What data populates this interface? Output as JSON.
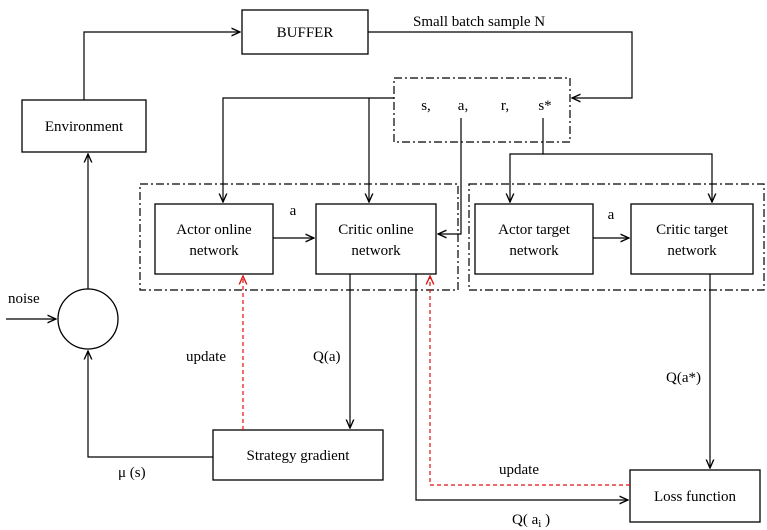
{
  "diagram": {
    "nodes": {
      "buffer": "BUFFER",
      "environment": "Environment",
      "actor_online": [
        "Actor online",
        "network"
      ],
      "critic_online": [
        "Critic online",
        "network"
      ],
      "actor_target": [
        "Actor target",
        "network"
      ],
      "critic_target": [
        "Critic target",
        "network"
      ],
      "strategy_gradient": "Strategy gradient",
      "loss_function": "Loss function",
      "tuple": {
        "s": "s,",
        "a": "a,",
        "r": "r,",
        "s_star": "s*"
      }
    },
    "edge_labels": {
      "small_batch": "Small batch sample N",
      "a_online": "a",
      "a_target": "a",
      "noise": "noise",
      "update_actor": "update",
      "update_critic": "update",
      "q_a": "Q(a)",
      "q_a_star": "Q(a*)",
      "mu_s": "μ (s)",
      "q_ai": "Q( a",
      "q_ai_sub": "i",
      "q_ai_close": " )"
    },
    "colors": {
      "line": "#000000",
      "update_arrow": "#e01010"
    }
  }
}
